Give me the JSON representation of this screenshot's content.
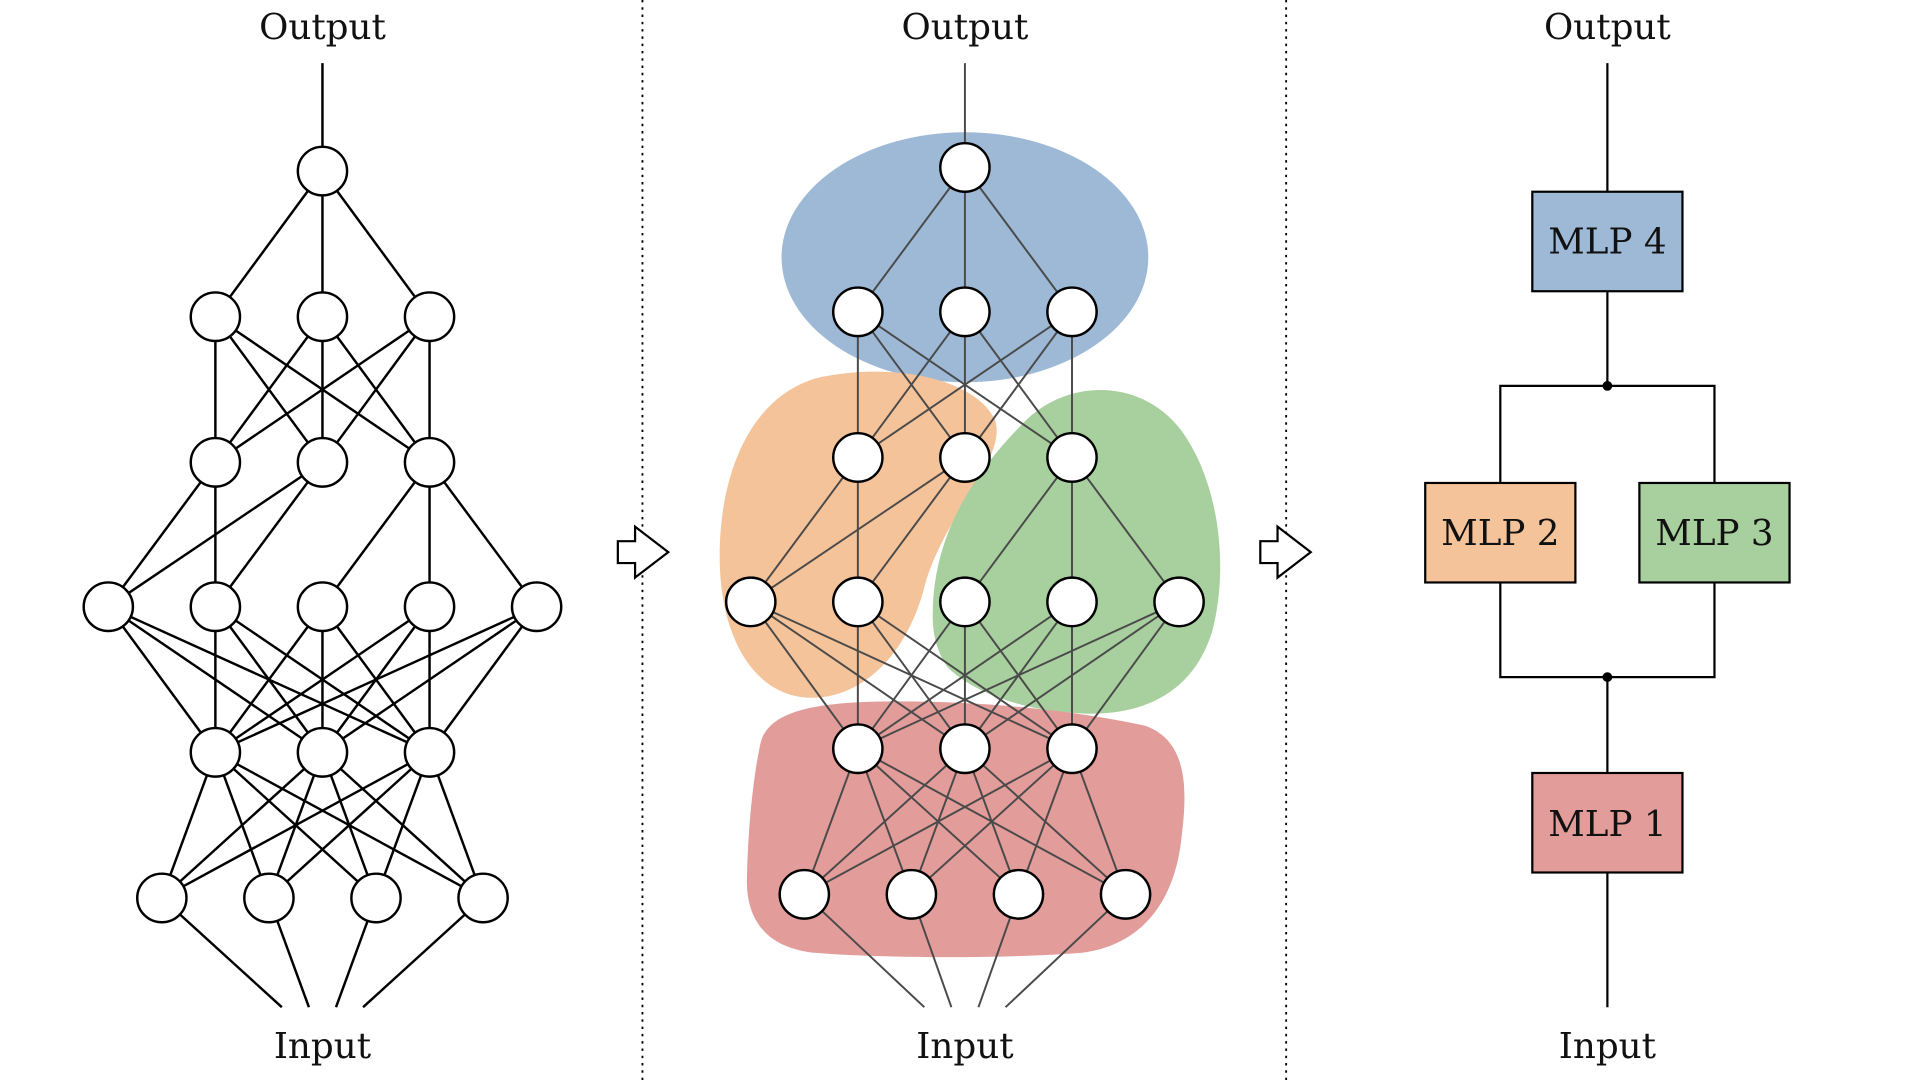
{
  "panels": {
    "dense": {
      "output_label": "Output",
      "input_label": "Input"
    },
    "grouped": {
      "output_label": "Output",
      "input_label": "Input"
    },
    "modules": {
      "output_label": "Output",
      "input_label": "Input"
    }
  },
  "modules": [
    {
      "id": "mlp1",
      "label": "MLP 1",
      "color": "#e29c9a"
    },
    {
      "id": "mlp2",
      "label": "MLP 2",
      "color": "#f5c39a"
    },
    {
      "id": "mlp3",
      "label": "MLP 3",
      "color": "#a8cf9e"
    },
    {
      "id": "mlp4",
      "label": "MLP 4",
      "color": "#9db9d6"
    }
  ],
  "colors": {
    "blue": "#9db9d6",
    "orange": "#f5c39a",
    "green": "#a8cf9e",
    "red": "#e29c9a"
  },
  "layers": [
    1,
    3,
    3,
    5,
    3,
    4
  ]
}
